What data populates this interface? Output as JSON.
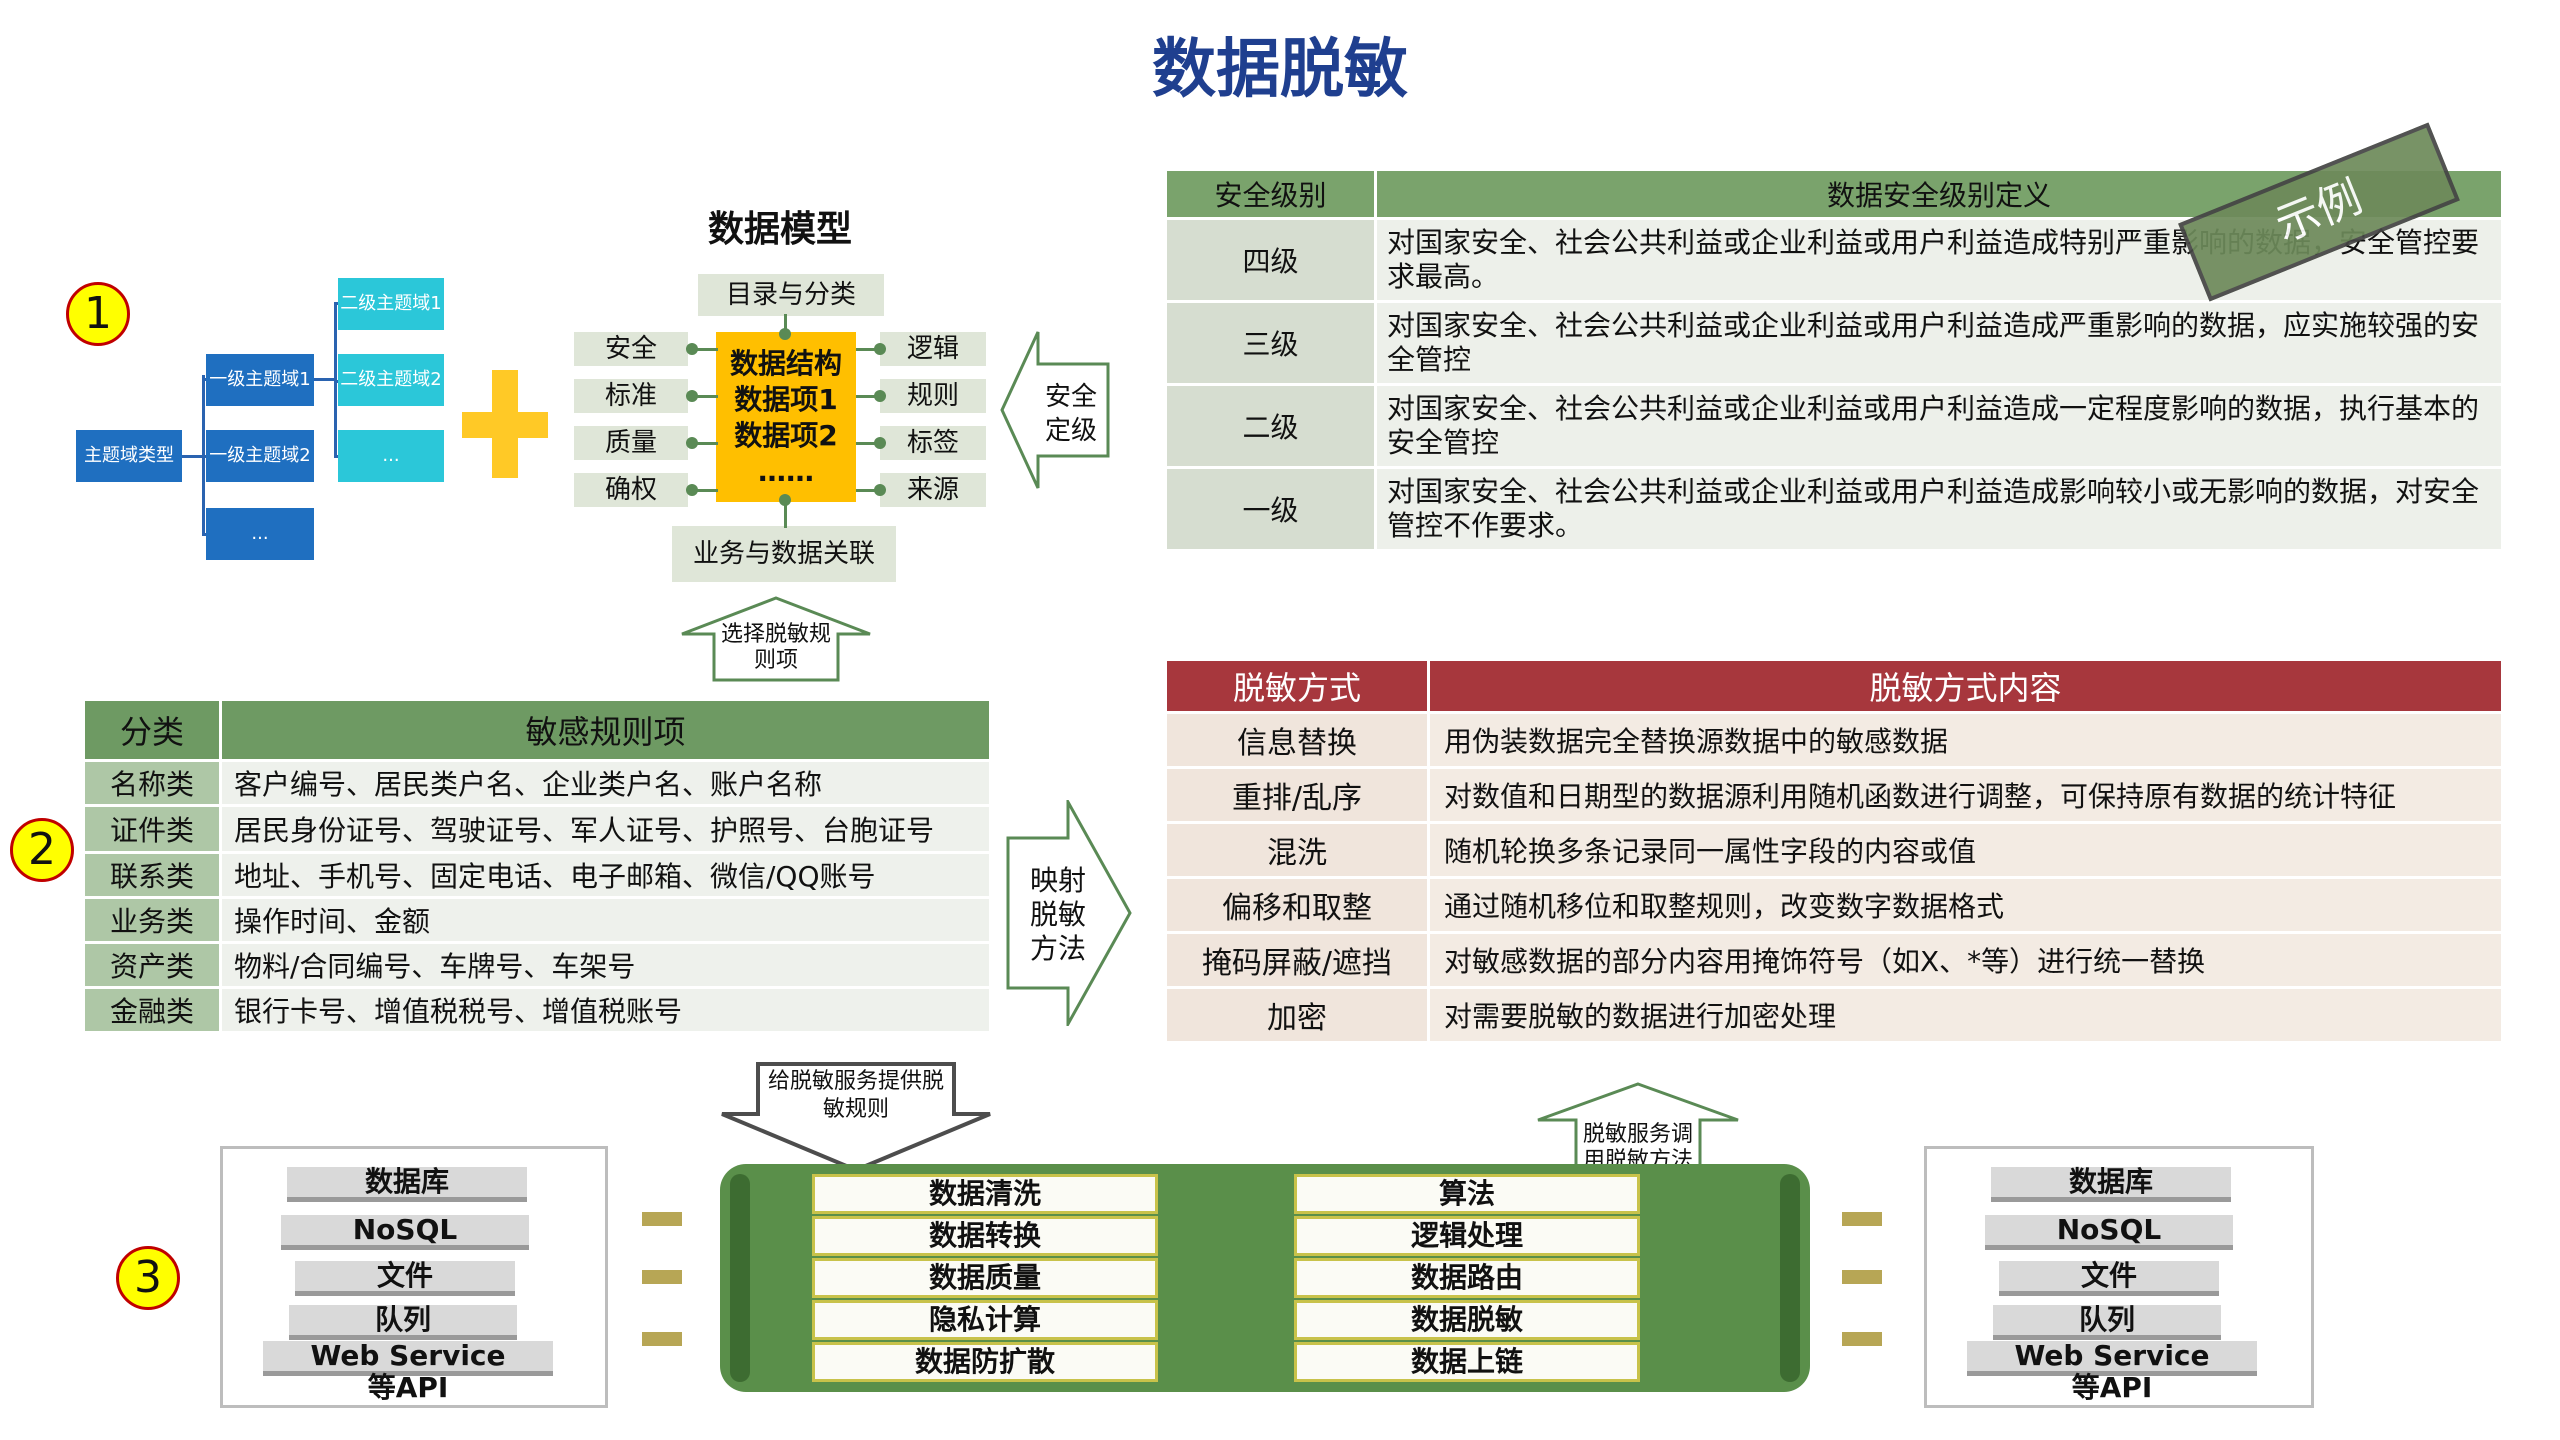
{
  "title": "数据脱敏",
  "markers": [
    "1",
    "2",
    "3"
  ],
  "stamp": "示例",
  "domain_tree": {
    "root": "主题域类型",
    "level1": [
      "一级主题域1",
      "一级主题域2",
      "..."
    ],
    "level2": [
      "二级主题域1",
      "二级主题域2",
      "..."
    ]
  },
  "data_model": {
    "title": "数据模型",
    "top": "目录与分类",
    "bottom": "业务与数据关联",
    "left": [
      "安全",
      "标准",
      "质量",
      "确权"
    ],
    "right": [
      "逻辑",
      "规则",
      "标签",
      "来源"
    ],
    "center": [
      "数据结构",
      "数据项1",
      "数据项2",
      "……"
    ]
  },
  "arrows": {
    "security_define": "安全定级",
    "select_rules": "选择脱敏规则项",
    "map_methods": "映射脱敏方法",
    "provide_rules": "给脱敏服务提供脱敏规则",
    "call_methods": "脱敏服务调用脱敏方法"
  },
  "security_table": {
    "headers": [
      "安全级别",
      "数据安全级别定义"
    ],
    "rows": [
      {
        "level": "四级",
        "definition": "对国家安全、社会公共利益或企业利益或用户利益造成特别严重影响的数据，安全管控要求最高。"
      },
      {
        "level": "三级",
        "definition": "对国家安全、社会公共利益或企业利益或用户利益造成严重影响的数据，应实施较强的安全管控"
      },
      {
        "level": "二级",
        "definition": "对国家安全、社会公共利益或企业利益或用户利益造成一定程度影响的数据，执行基本的安全管控"
      },
      {
        "level": "一级",
        "definition": "对国家安全、社会公共利益或企业利益或用户利益造成影响较小或无影响的数据，对安全管控不作要求。"
      }
    ]
  },
  "rules_table": {
    "headers": [
      "分类",
      "敏感规则项"
    ],
    "rows": [
      {
        "category": "名称类",
        "items": "客户编号、居民类户名、企业类户名、账户名称"
      },
      {
        "category": "证件类",
        "items": "居民身份证号、驾驶证号、军人证号、护照号、台胞证号"
      },
      {
        "category": "联系类",
        "items": "地址、手机号、固定电话、电子邮箱、微信/QQ账号"
      },
      {
        "category": "业务类",
        "items": "操作时间、金额"
      },
      {
        "category": "资产类",
        "items": "物料/合同编号、车牌号、车架号"
      },
      {
        "category": "金融类",
        "items": "银行卡号、增值税税号、增值税账号"
      }
    ]
  },
  "method_table": {
    "headers": [
      "脱敏方式",
      "脱敏方式内容"
    ],
    "rows": [
      {
        "method": "信息替换",
        "content": "用伪装数据完全替换源数据中的敏感数据"
      },
      {
        "method": "重排/乱序",
        "content": "对数值和日期型的数据源利用随机函数进行调整，可保持原有数据的统计特征"
      },
      {
        "method": "混洗",
        "content": "随机轮换多条记录同一属性字段的内容或值"
      },
      {
        "method": "偏移和取整",
        "content": "通过随机移位和取整规则，改变数字数据格式"
      },
      {
        "method": "掩码屏蔽/遮挡",
        "content": "对敏感数据的部分内容用掩饰符号（如X、*等）进行统一替换"
      },
      {
        "method": "加密",
        "content": "对需要脱敏的数据进行加密处理"
      }
    ]
  },
  "sources": [
    "数据库",
    "NoSQL",
    "文件",
    "队列",
    "Web Service",
    "等API"
  ],
  "targets": [
    "数据库",
    "NoSQL",
    "文件",
    "队列",
    "Web Service",
    "等API"
  ],
  "process_left": [
    "数据清洗",
    "数据转换",
    "数据质量",
    "隐私计算",
    "数据防扩散"
  ],
  "process_right": [
    "算法",
    "逻辑处理",
    "数据路由",
    "数据脱敏",
    "数据上链"
  ]
}
